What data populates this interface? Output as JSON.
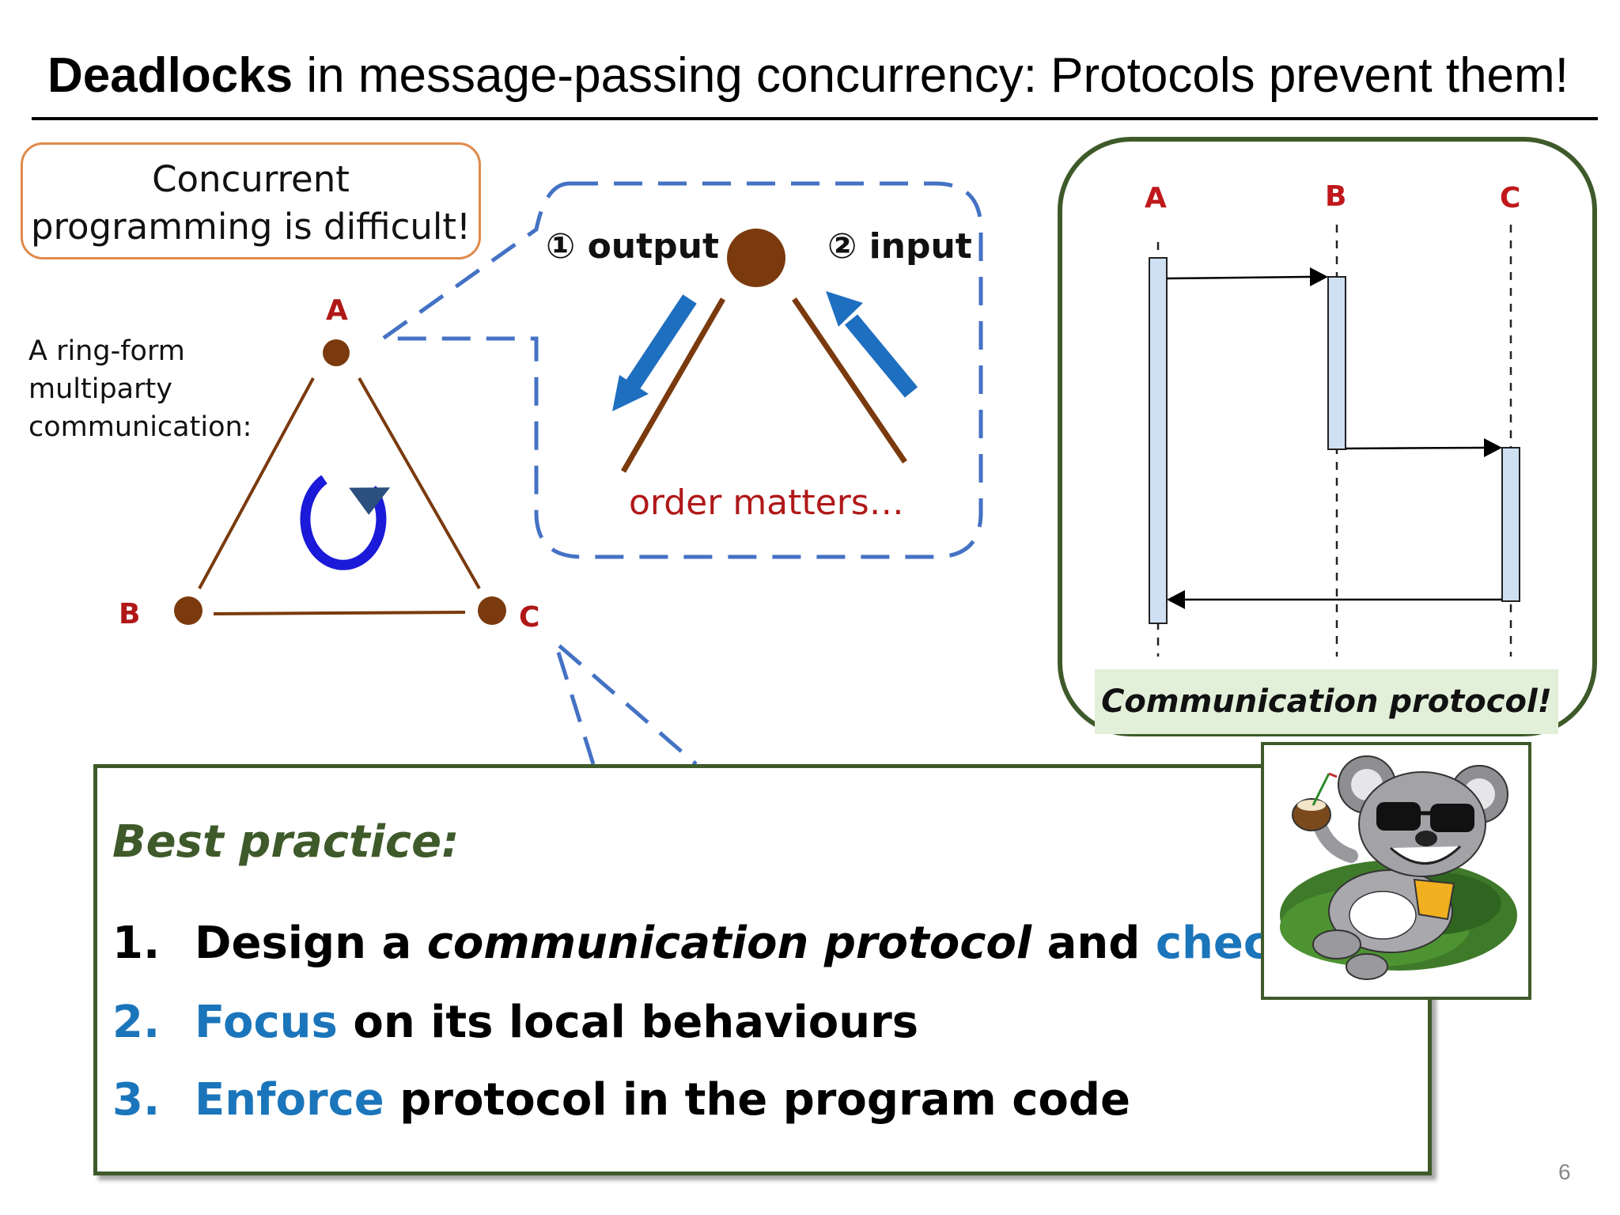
{
  "slide": {
    "title_bold": "Deadlocks",
    "title_rest": " in message-passing concurrency: Protocols prevent them!",
    "page_number": "6"
  },
  "concurrent_box": {
    "line1": "Concurrent",
    "line2": "programming is difficult!"
  },
  "ring": {
    "label_lines": [
      "A ring-form",
      "multiparty",
      "communication:"
    ],
    "nodes": {
      "a": "A",
      "b": "B",
      "c": "C"
    }
  },
  "callout": {
    "output_label": "① output",
    "input_label": "② input",
    "order_text": "order matters…"
  },
  "protocol_panel": {
    "participants": [
      "A",
      "B",
      "C"
    ],
    "caption": "Communication protocol!"
  },
  "best_practice": {
    "heading": "Best practice:",
    "items": [
      {
        "num": "1.",
        "pre": "Design a ",
        "italic": "communication protocol",
        "mid": " and ",
        "highlight": "check it",
        "post": ""
      },
      {
        "num": "2.",
        "highlight": "Focus",
        "post": " on its local behaviours"
      },
      {
        "num": "3.",
        "highlight": "Enforce",
        "post": " protocol in the program code"
      }
    ]
  },
  "colors": {
    "node_brown": "#7a3a0e",
    "label_red": "#b01818",
    "dash_blue": "#4472c4",
    "arrow_blue": "#1f6fc0",
    "frame_green": "#3e5a2a",
    "lifeline_fill": "#cfe0f3",
    "highlight_blue": "#1b75bb"
  },
  "icons": [
    "cycle-arrow-icon",
    "koala-illustration"
  ]
}
